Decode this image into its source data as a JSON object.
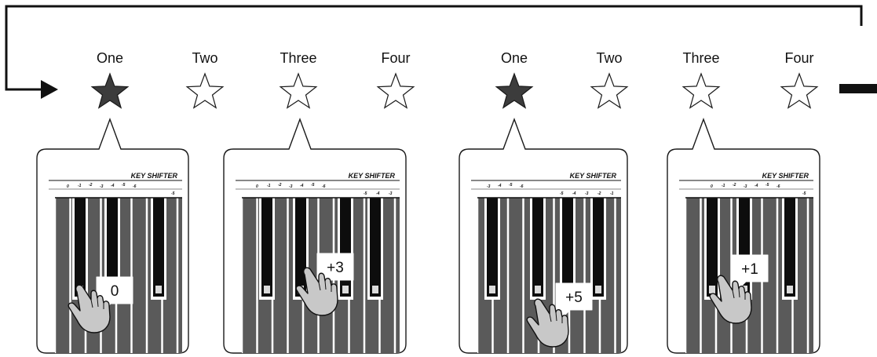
{
  "colors": {
    "star_active": "#3c3c3c",
    "star_inactive": "#ffffff",
    "white_key": "#5a5a5a",
    "black_key": "#0d0d0d",
    "outline": "#1a1a1a"
  },
  "icons": {
    "active_beat": "star-filled-icon",
    "inactive_beat": "star-outline-icon",
    "finger": "pointing-hand-icon",
    "arrow": "loop-arrow"
  },
  "beats": [
    {
      "label": "One",
      "active": true
    },
    {
      "label": "Two",
      "active": false
    },
    {
      "label": "Three",
      "active": false
    },
    {
      "label": "Four",
      "active": false
    },
    {
      "label": "One",
      "active": true
    },
    {
      "label": "Two",
      "active": false
    },
    {
      "label": "Three",
      "active": false
    },
    {
      "label": "Four",
      "active": false
    }
  ],
  "panels": [
    {
      "beat": "One",
      "title": "KEY SHIFTER",
      "value": "0",
      "ticks": [
        "0",
        "-1",
        "-2",
        "-3",
        "-4",
        "-5",
        "-6"
      ],
      "extra_ticks": [
        "-5"
      ]
    },
    {
      "beat": "Three",
      "title": "KEY SHIFTER",
      "value": "+3",
      "ticks": [
        "0",
        "-1",
        "-2",
        "-3",
        "-4",
        "-5",
        "-6"
      ],
      "extra_ticks": [
        "-5",
        "-4",
        "-3"
      ]
    },
    {
      "beat": "One",
      "title": "KEY SHIFTER",
      "value": "+5",
      "ticks": [
        "-3",
        "-4",
        "-5",
        "-6"
      ],
      "extra_ticks": [
        "-5",
        "-4",
        "-3",
        "-2",
        "-1"
      ]
    },
    {
      "beat": "Three",
      "title": "KEY SHIFTER",
      "value": "+1",
      "ticks": [
        "0",
        "-1",
        "-2",
        "-3",
        "-4",
        "-5",
        "-6"
      ],
      "extra_ticks": [
        "-5"
      ]
    }
  ]
}
